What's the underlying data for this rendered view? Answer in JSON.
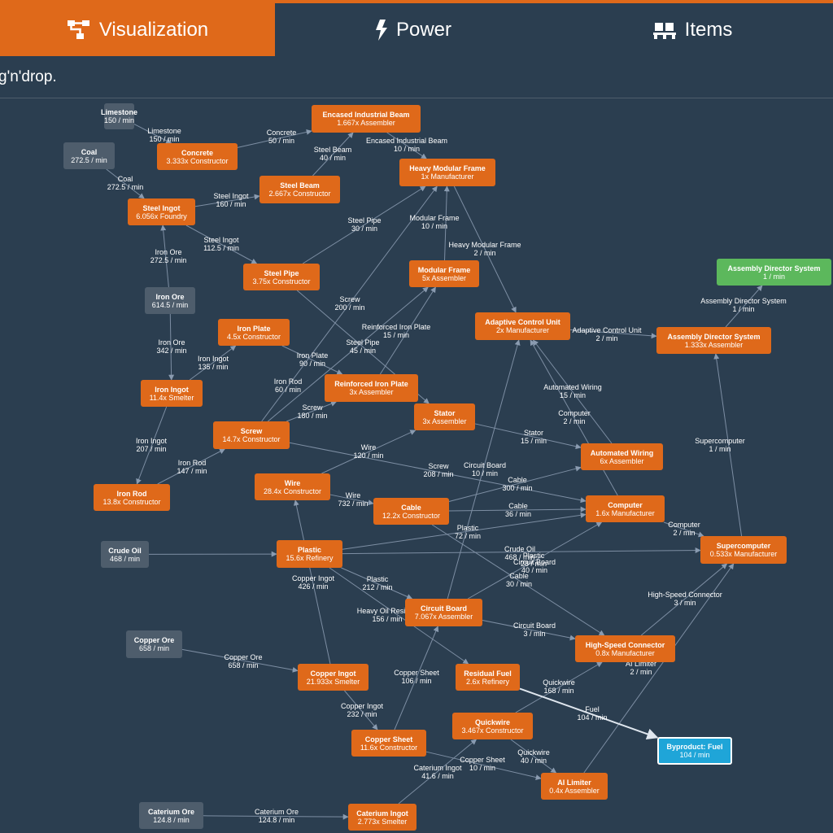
{
  "tabs": [
    {
      "label": "Visualization",
      "icon": "sitemap-icon",
      "active": true
    },
    {
      "label": "Power",
      "icon": "bolt-icon",
      "active": false
    },
    {
      "label": "Items",
      "icon": "pallet-icon",
      "active": false
    }
  ],
  "hint": "g'n'drop.",
  "colors": {
    "accent": "#df691a",
    "background": "#2b3e50",
    "raw": "#4e5d6c",
    "product": "#5cb85c",
    "byproduct": "#1fa5d8"
  },
  "nodes": [
    {
      "id": "limestone",
      "title": "Limestone",
      "sub": "150 / min",
      "kind": "gray"
    },
    {
      "id": "coal",
      "title": "Coal",
      "sub": "272.5 / min",
      "kind": "gray"
    },
    {
      "id": "concrete",
      "title": "Concrete",
      "sub": "3.333x Constructor",
      "kind": "orange"
    },
    {
      "id": "eib",
      "title": "Encased Industrial Beam",
      "sub": "1.667x Assembler",
      "kind": "orange"
    },
    {
      "id": "steelbeam",
      "title": "Steel Beam",
      "sub": "2.667x Constructor",
      "kind": "orange"
    },
    {
      "id": "hmf",
      "title": "Heavy Modular Frame",
      "sub": "1x Manufacturer",
      "kind": "orange"
    },
    {
      "id": "steelingot",
      "title": "Steel Ingot",
      "sub": "6.056x Foundry",
      "kind": "orange"
    },
    {
      "id": "steelpipe",
      "title": "Steel Pipe",
      "sub": "3.75x Constructor",
      "kind": "orange"
    },
    {
      "id": "modframe",
      "title": "Modular Frame",
      "sub": "5x Assembler",
      "kind": "orange"
    },
    {
      "id": "ironore",
      "title": "Iron Ore",
      "sub": "614.5 / min",
      "kind": "gray"
    },
    {
      "id": "asmdir",
      "title": "Assembly Director System",
      "sub": "1 / min",
      "kind": "green"
    },
    {
      "id": "ironplate",
      "title": "Iron Plate",
      "sub": "4.5x Constructor",
      "kind": "orange"
    },
    {
      "id": "acu",
      "title": "Adaptive Control Unit",
      "sub": "2x Manufacturer",
      "kind": "orange"
    },
    {
      "id": "asmdirm",
      "title": "Assembly Director System",
      "sub": "1.333x Assembler",
      "kind": "orange"
    },
    {
      "id": "ironingot",
      "title": "Iron Ingot",
      "sub": "11.4x Smelter",
      "kind": "orange"
    },
    {
      "id": "rip",
      "title": "Reinforced Iron Plate",
      "sub": "3x Assembler",
      "kind": "orange"
    },
    {
      "id": "stator",
      "title": "Stator",
      "sub": "3x Assembler",
      "kind": "orange"
    },
    {
      "id": "screw",
      "title": "Screw",
      "sub": "14.7x Constructor",
      "kind": "orange"
    },
    {
      "id": "autowiring",
      "title": "Automated Wiring",
      "sub": "6x Assembler",
      "kind": "orange"
    },
    {
      "id": "ironrod",
      "title": "Iron Rod",
      "sub": "13.8x Constructor",
      "kind": "orange"
    },
    {
      "id": "wire",
      "title": "Wire",
      "sub": "28.4x Constructor",
      "kind": "orange"
    },
    {
      "id": "cable",
      "title": "Cable",
      "sub": "12.2x Constructor",
      "kind": "orange"
    },
    {
      "id": "computer",
      "title": "Computer",
      "sub": "1.6x Manufacturer",
      "kind": "orange"
    },
    {
      "id": "crudeoil",
      "title": "Crude Oil",
      "sub": "468 / min",
      "kind": "gray"
    },
    {
      "id": "plastic",
      "title": "Plastic",
      "sub": "15.6x Refinery",
      "kind": "orange"
    },
    {
      "id": "supercomputer",
      "title": "Supercomputer",
      "sub": "0.533x Manufacturer",
      "kind": "orange"
    },
    {
      "id": "circuitboard",
      "title": "Circuit Board",
      "sub": "7.067x Assembler",
      "kind": "orange"
    },
    {
      "id": "copperore",
      "title": "Copper Ore",
      "sub": "658 / min",
      "kind": "gray"
    },
    {
      "id": "hsc",
      "title": "High-Speed Connector",
      "sub": "0.8x Manufacturer",
      "kind": "orange"
    },
    {
      "id": "copperingot",
      "title": "Copper Ingot",
      "sub": "21.933x Smelter",
      "kind": "orange"
    },
    {
      "id": "residualfuel",
      "title": "Residual Fuel",
      "sub": "2.6x Refinery",
      "kind": "orange"
    },
    {
      "id": "quickwire",
      "title": "Quickwire",
      "sub": "3.467x Constructor",
      "kind": "orange"
    },
    {
      "id": "byfuel",
      "title": "Byproduct: Fuel",
      "sub": "104 / min",
      "kind": "blue"
    },
    {
      "id": "coppersheet",
      "title": "Copper Sheet",
      "sub": "11.6x Constructor",
      "kind": "orange"
    },
    {
      "id": "ailimiter",
      "title": "AI Limiter",
      "sub": "0.4x Assembler",
      "kind": "orange"
    },
    {
      "id": "caterore",
      "title": "Caterium Ore",
      "sub": "124.8 / min",
      "kind": "gray"
    },
    {
      "id": "cateringot",
      "title": "Caterium Ingot",
      "sub": "2.773x Smelter",
      "kind": "orange"
    }
  ],
  "edges": [
    {
      "from": "limestone",
      "to": "concrete",
      "item": "Limestone",
      "rate": "150 / min"
    },
    {
      "from": "concrete",
      "to": "eib",
      "item": "Concrete",
      "rate": "50 / min"
    },
    {
      "from": "coal",
      "to": "steelingot",
      "item": "Coal",
      "rate": "272.5 / min"
    },
    {
      "from": "steelbeam",
      "to": "eib",
      "item": "Steel Beam",
      "rate": "40 / min"
    },
    {
      "from": "eib",
      "to": "hmf",
      "item": "Encased Industrial Beam",
      "rate": "10 / min"
    },
    {
      "from": "steelingot",
      "to": "steelbeam",
      "item": "Steel Ingot",
      "rate": "160 / min"
    },
    {
      "from": "steelingot",
      "to": "steelpipe",
      "item": "Steel Ingot",
      "rate": "112.5 / min"
    },
    {
      "from": "steelpipe",
      "to": "hmf",
      "item": "Steel Pipe",
      "rate": "30 / min"
    },
    {
      "from": "modframe",
      "to": "hmf",
      "item": "Modular Frame",
      "rate": "10 / min"
    },
    {
      "from": "hmf",
      "to": "acu",
      "item": "Heavy Modular Frame",
      "rate": "2 / min"
    },
    {
      "from": "ironore",
      "to": "steelingot",
      "item": "Iron Ore",
      "rate": "272.5 / min"
    },
    {
      "from": "ironore",
      "to": "ironingot",
      "item": "Iron Ore",
      "rate": "342 / min"
    },
    {
      "from": "asmdirm",
      "to": "asmdir",
      "item": "Assembly Director System",
      "rate": "1 / min"
    },
    {
      "from": "screw",
      "to": "hmf",
      "item": "Screw",
      "rate": "200 / min"
    },
    {
      "from": "rip",
      "to": "modframe",
      "item": "Reinforced Iron Plate",
      "rate": "15 / min"
    },
    {
      "from": "steelpipe",
      "to": "stator",
      "item": "Steel Pipe",
      "rate": "45 / min"
    },
    {
      "from": "ironingot",
      "to": "ironplate",
      "item": "Iron Ingot",
      "rate": "135 / min"
    },
    {
      "from": "ironplate",
      "to": "rip",
      "item": "Iron Plate",
      "rate": "90 / min"
    },
    {
      "from": "screw",
      "to": "modframe",
      "item": "Iron Rod",
      "rate": "60 / min"
    },
    {
      "from": "acu",
      "to": "asmdirm",
      "item": "Adaptive Control Unit",
      "rate": "2 / min"
    },
    {
      "from": "screw",
      "to": "rip",
      "item": "Screw",
      "rate": "180 / min"
    },
    {
      "from": "autowiring",
      "to": "acu",
      "item": "Automated Wiring",
      "rate": "15 / min"
    },
    {
      "from": "computer",
      "to": "acu",
      "item": "Computer",
      "rate": "2 / min"
    },
    {
      "from": "ironingot",
      "to": "ironrod",
      "item": "Iron Ingot",
      "rate": "207 / min"
    },
    {
      "from": "ironrod",
      "to": "screw",
      "item": "Iron Rod",
      "rate": "147 / min"
    },
    {
      "from": "stator",
      "to": "autowiring",
      "item": "Stator",
      "rate": "15 / min"
    },
    {
      "from": "wire",
      "to": "stator",
      "item": "Wire",
      "rate": "120 / min"
    },
    {
      "from": "supercomputer",
      "to": "asmdirm",
      "item": "Supercomputer",
      "rate": "1 / min"
    },
    {
      "from": "circuitboard",
      "to": "acu",
      "item": "Circuit Board",
      "rate": "10 / min"
    },
    {
      "from": "screw",
      "to": "computer",
      "item": "Screw",
      "rate": "208 / min"
    },
    {
      "from": "cable",
      "to": "autowiring",
      "item": "Cable",
      "rate": "300 / min"
    },
    {
      "from": "wire",
      "to": "cable",
      "item": "Wire",
      "rate": "732 / min"
    },
    {
      "from": "cable",
      "to": "computer",
      "item": "Cable",
      "rate": "36 / min"
    },
    {
      "from": "computer",
      "to": "supercomputer",
      "item": "Computer",
      "rate": "2 / min"
    },
    {
      "from": "plastic",
      "to": "computer",
      "item": "Plastic",
      "rate": "72 / min"
    },
    {
      "from": "crudeoil",
      "to": "plastic",
      "item": "Crude Oil",
      "rate": "468 / min"
    },
    {
      "from": "plastic",
      "to": "supercomputer",
      "item": "Plastic",
      "rate": "28 / min"
    },
    {
      "from": "circuitboard",
      "to": "computer",
      "item": "Circuit Board",
      "rate": "40 / min"
    },
    {
      "from": "copperingot",
      "to": "wire",
      "item": "Copper Ingot",
      "rate": "426 / min"
    },
    {
      "from": "plastic",
      "to": "circuitboard",
      "item": "Plastic",
      "rate": "212 / min"
    },
    {
      "from": "cable",
      "to": "hsc",
      "item": "Cable",
      "rate": "30 / min"
    },
    {
      "from": "plastic",
      "to": "residualfuel",
      "item": "Heavy Oil Residue",
      "rate": "156 / min"
    },
    {
      "from": "hsc",
      "to": "supercomputer",
      "item": "High-Speed Connector",
      "rate": "3 / min"
    },
    {
      "from": "circuitboard",
      "to": "hsc",
      "item": "Circuit Board",
      "rate": "3 / min"
    },
    {
      "from": "copperore",
      "to": "copperingot",
      "item": "Copper Ore",
      "rate": "658 / min"
    },
    {
      "from": "ailimiter",
      "to": "supercomputer",
      "item": "AI Limiter",
      "rate": "2 / min"
    },
    {
      "from": "coppersheet",
      "to": "circuitboard",
      "item": "Copper Sheet",
      "rate": "106 / min"
    },
    {
      "from": "quickwire",
      "to": "hsc",
      "item": "Quickwire",
      "rate": "168 / min"
    },
    {
      "from": "residualfuel",
      "to": "byfuel",
      "item": "Fuel",
      "rate": "104 / min"
    },
    {
      "from": "copperingot",
      "to": "coppersheet",
      "item": "Copper Ingot",
      "rate": "232 / min"
    },
    {
      "from": "quickwire",
      "to": "ailimiter",
      "item": "Quickwire",
      "rate": "40 / min"
    },
    {
      "from": "coppersheet",
      "to": "ailimiter",
      "item": "Copper Sheet",
      "rate": "10 / min"
    },
    {
      "from": "cateringot",
      "to": "quickwire",
      "item": "Caterium Ingot",
      "rate": "41.6 / min"
    },
    {
      "from": "caterore",
      "to": "cateringot",
      "item": "Caterium Ore",
      "rate": "124.8 / min"
    }
  ]
}
